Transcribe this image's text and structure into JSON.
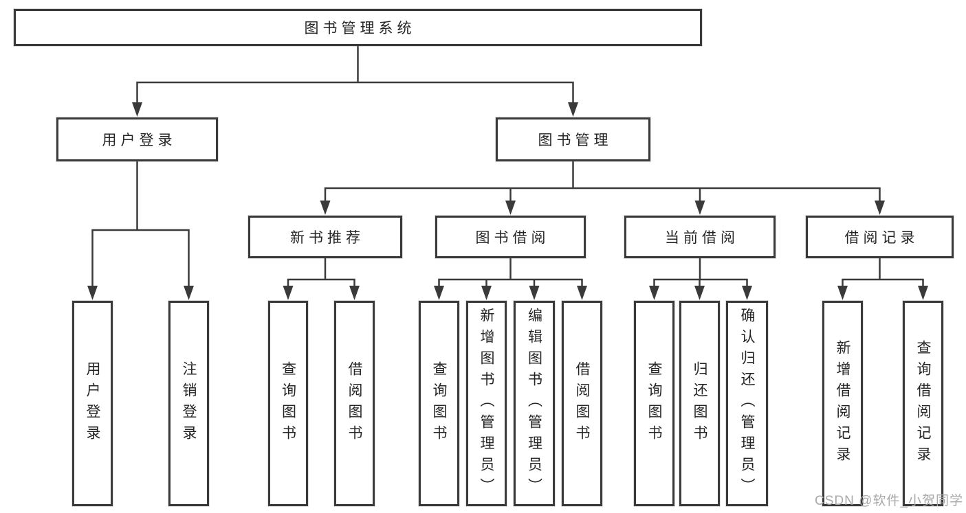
{
  "tree": {
    "label": "图书管理系统",
    "children": [
      {
        "label": "用户登录",
        "children": [
          {
            "label": "用户登录"
          },
          {
            "label": "注销登录"
          }
        ]
      },
      {
        "label": "图书管理",
        "children": [
          {
            "label": "新书推荐",
            "children": [
              {
                "label": "查询图书"
              },
              {
                "label": "借阅图书"
              }
            ]
          },
          {
            "label": "图书借阅",
            "children": [
              {
                "label": "查询图书"
              },
              {
                "label": "新增图书（管理员）"
              },
              {
                "label": "编辑图书（管理员）"
              },
              {
                "label": "借阅图书"
              }
            ]
          },
          {
            "label": "当前借阅",
            "children": [
              {
                "label": "查询图书"
              },
              {
                "label": "归还图书"
              },
              {
                "label": "确认归还（管理员）"
              }
            ]
          },
          {
            "label": "借阅记录",
            "children": [
              {
                "label": "新增借阅记录"
              },
              {
                "label": "查询借阅记录"
              }
            ]
          }
        ]
      }
    ]
  },
  "watermark": "CSDN @软件_小贺同学",
  "colors": {
    "line": "#3a3a3a",
    "text": "#252525",
    "watermark": "#a8a8a8",
    "background": "#ffffff"
  }
}
